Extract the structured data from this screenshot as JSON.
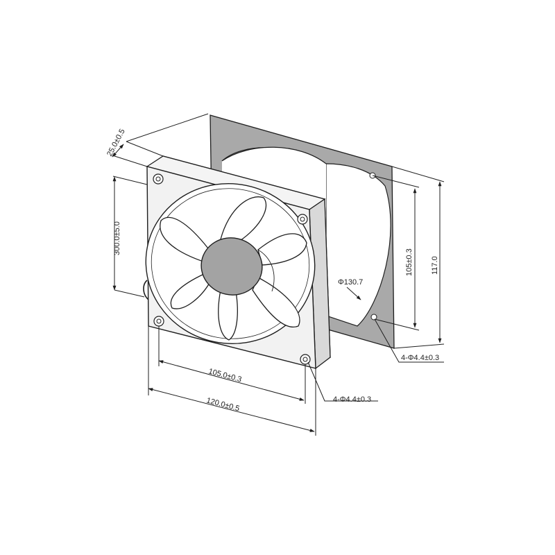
{
  "diagram": {
    "dimensions": {
      "thickness": "25.0±0.5",
      "cable_length": "300.0±5.0",
      "hole_spacing_bottom": "105.0±0.3",
      "width_overall": "120.0±0.5",
      "front_holes": "4-Φ4.4±0.3",
      "back_holes": "4-Φ4.4±0.3",
      "hole_spacing_side": "105±0.3",
      "height_plate": "117.0",
      "cutout_diameter": "Φ130.7"
    },
    "colors": {
      "line": "#1e1e1e",
      "frame_fill": "#f2f2f2",
      "plate_fill": "#a9a9a9",
      "blade_fill": "#ffffff",
      "hub_fill": "#a3a3a3"
    }
  }
}
